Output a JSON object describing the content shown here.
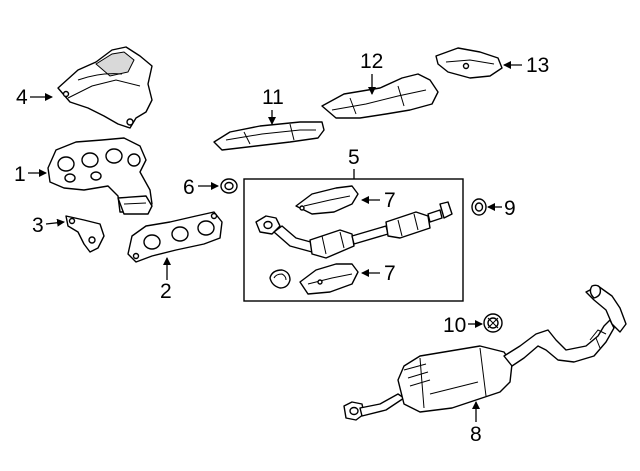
{
  "callouts": {
    "c1": "1",
    "c2": "2",
    "c3": "3",
    "c4": "4",
    "c5": "5",
    "c6": "6",
    "c7a": "7",
    "c7b": "7",
    "c8": "8",
    "c9": "9",
    "c10": "10",
    "c11": "11",
    "c12": "12",
    "c13": "13"
  }
}
